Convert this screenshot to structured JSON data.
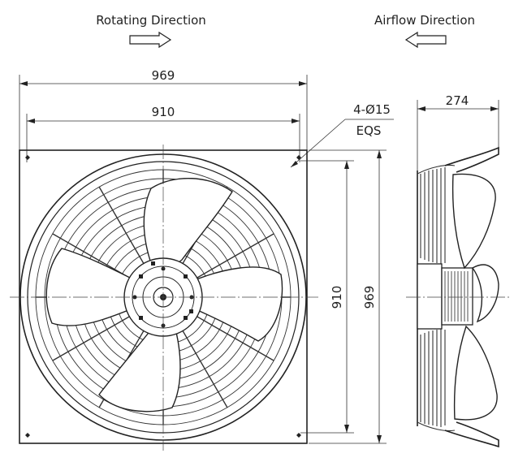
{
  "headers": {
    "rotating": "Rotating Direction",
    "airflow": "Airflow Direction"
  },
  "dimensions": {
    "frame_width": "969",
    "ring_width": "910",
    "ring_height": "910",
    "frame_height": "969",
    "depth": "274",
    "holes": "4-Ø15",
    "holes_note": "EQS"
  },
  "icons": {
    "rotating_arrow": "arrow-right-icon",
    "airflow_arrow": "arrow-left-icon"
  }
}
